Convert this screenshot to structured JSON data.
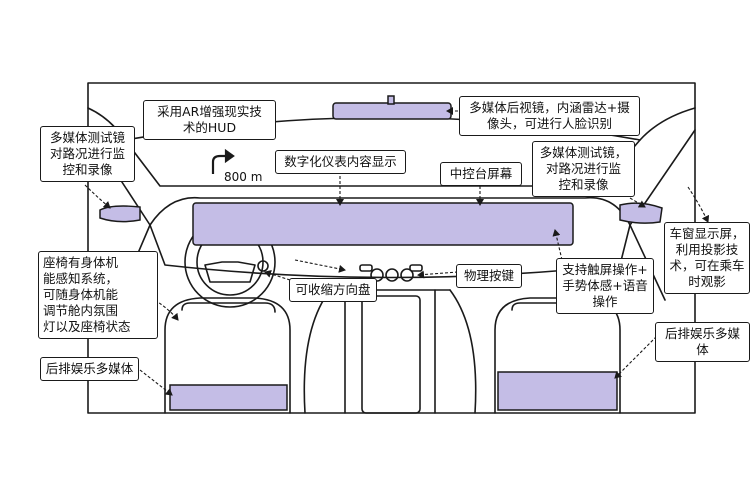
{
  "colors": {
    "line": "#1a1a1a",
    "accent_fill": "#c4bde6",
    "background": "#ffffff"
  },
  "hud": {
    "distance": "800 m",
    "arrow_icon": "turn-right-arrow-icon"
  },
  "callouts": {
    "ar_hud": {
      "lines": [
        "采用AR增强现实技",
        "术的HUD"
      ]
    },
    "rear_mirror": {
      "lines": [
        "多媒体后视镜，内涵雷达+摄",
        "像头，可进行人脸识别"
      ]
    },
    "left_camera": {
      "lines": [
        "多媒体测试镜",
        "对路况进行监",
        "控和录像"
      ]
    },
    "right_camera": {
      "lines": [
        "多媒体测试镜，",
        "对路况进行监",
        "控和录像"
      ]
    },
    "digital_cluster": {
      "lines": [
        "数字化仪表内容显示"
      ]
    },
    "center_screen": {
      "lines": [
        "中控台屏幕"
      ]
    },
    "window_display": {
      "lines": [
        "车窗显示屏，",
        "利用投影技",
        "术，可在乘车",
        "时观影"
      ]
    },
    "seat_sensing": {
      "lines": [
        "座椅有身体机",
        "能感知系统，",
        "可随身体机能",
        "调节舱内氛围",
        "灯以及座椅状态"
      ]
    },
    "retract_wheel": {
      "lines": [
        "可收缩方向盘"
      ]
    },
    "physical_keys": {
      "lines": [
        "物理按键"
      ]
    },
    "touch_gesture": {
      "lines": [
        "支持触屏操作+",
        "手势体感+语音",
        "操作"
      ]
    },
    "rear_media_right": {
      "lines": [
        "后排娱乐多媒体"
      ]
    },
    "rear_media_left": {
      "lines": [
        "后排娱乐多媒体"
      ]
    }
  }
}
